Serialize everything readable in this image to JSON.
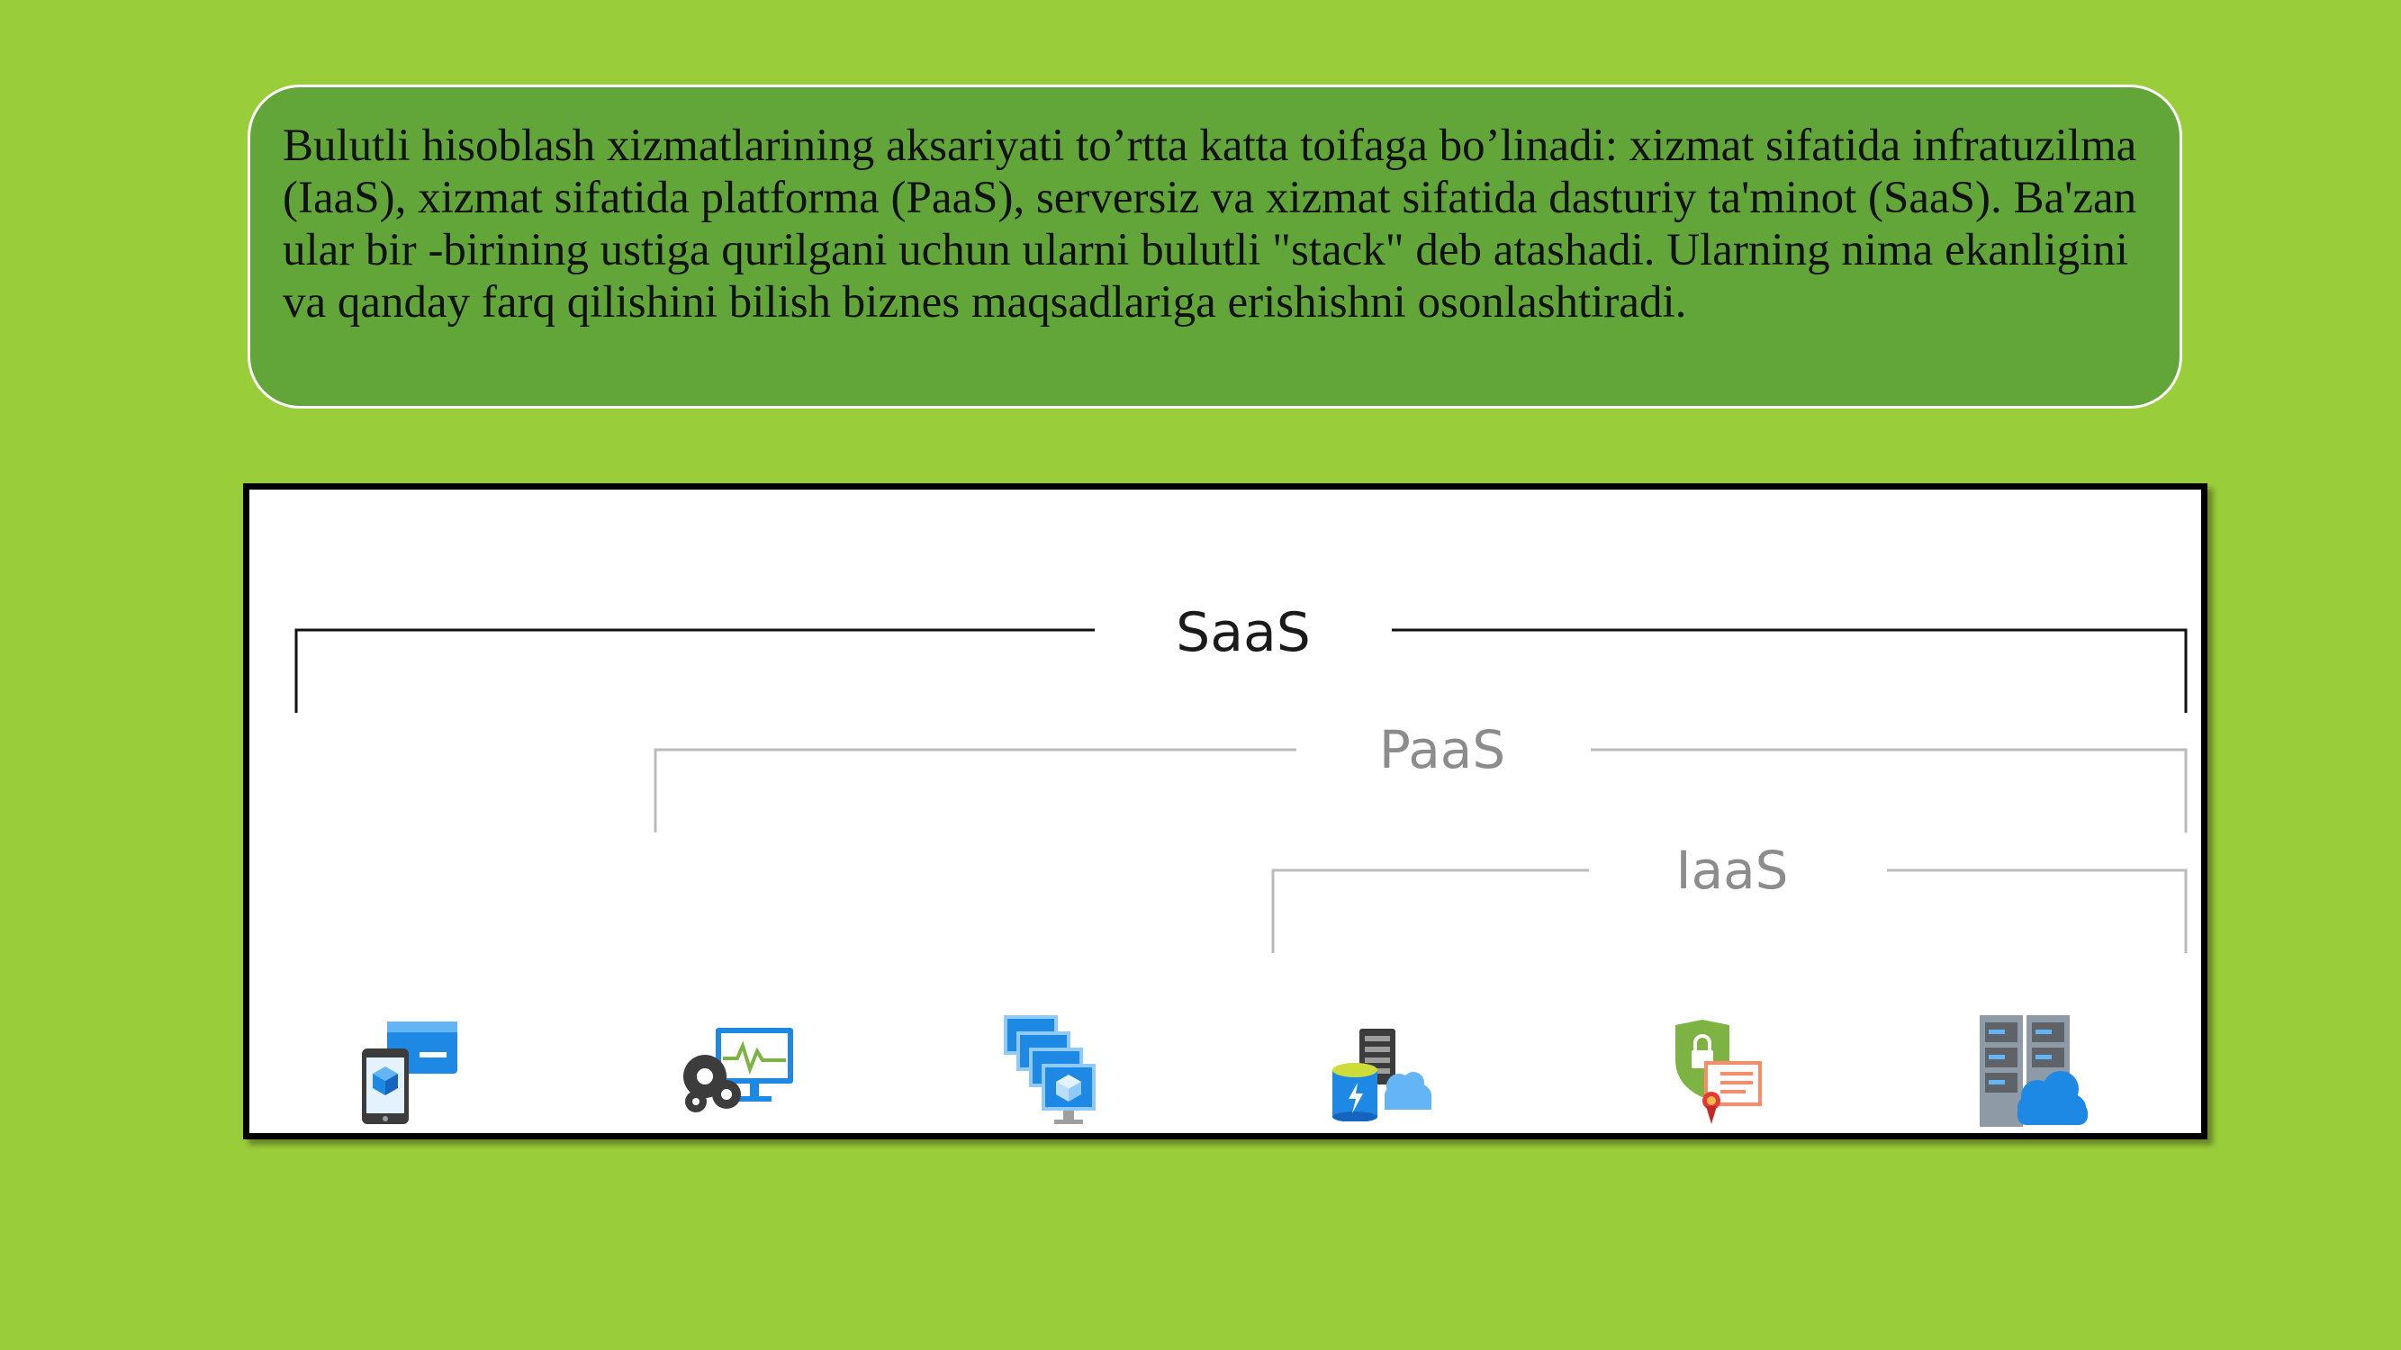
{
  "intro": {
    "text": "Bulutli hisoblash xizmatlarining aksariyati to’rtta katta toifaga bo’linadi: xizmat sifatida infratuzilma (IaaS), xizmat sifatida platforma (PaaS), serversiz va xizmat sifatida dasturiy ta'minot (SaaS). Ba'zan ular bir -birining ustiga qurilgani uchun ularni bulutli \"stack\" deb atashadi. Ularning nima ekanligini va qanday farq qilishini bilish biznes maqsadlariga erishishni osonlashtiradi."
  },
  "stack": {
    "saas": {
      "label": "SaaS",
      "color": "#1A1A1A"
    },
    "paas": {
      "label": "PaaS",
      "color": "#8C8C8C"
    },
    "iaas": {
      "label": "IaaS",
      "color": "#8C8C8C"
    }
  },
  "icons": [
    "mobile-app-icon",
    "monitoring-gears-icon",
    "virtual-machines-icon",
    "storage-cloud-icon",
    "security-certificate-icon",
    "server-cloud-icon"
  ],
  "colors": {
    "background": "#9ACD3A",
    "text_box": "#62A63A",
    "icon_blue": "#1E88E5",
    "icon_gray": "#5F6368"
  }
}
